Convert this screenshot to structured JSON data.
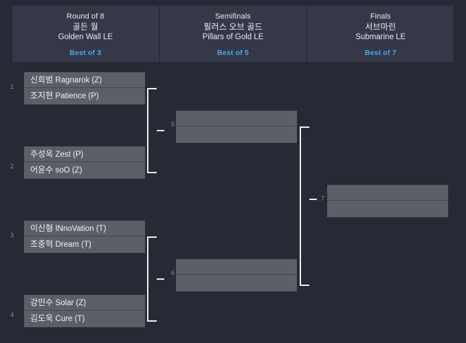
{
  "rounds": [
    {
      "name": "Round of 8",
      "map_kr": "골든 월",
      "map_en": "Golden Wall LE",
      "best_of": "Best of 3"
    },
    {
      "name": "Semifinals",
      "map_kr": "필러스 오브 골드",
      "map_en": "Pillars of Gold LE",
      "best_of": "Best of 5"
    },
    {
      "name": "Finals",
      "map_kr": "서브마린",
      "map_en": "Submarine LE",
      "best_of": "Best of 7"
    }
  ],
  "accent_color": "#4fa8e8",
  "matches": [
    {
      "num": "1",
      "round": 1,
      "players": [
        {
          "kr": "신희범",
          "en": "Ragnarok",
          "race": "(Z)"
        },
        {
          "kr": "조지현",
          "en": "Patience",
          "race": "(P)"
        }
      ]
    },
    {
      "num": "2",
      "round": 1,
      "players": [
        {
          "kr": "주성욱",
          "en": "Zest",
          "race": "(P)"
        },
        {
          "kr": "어윤수",
          "en": "soO",
          "race": "(Z)"
        }
      ]
    },
    {
      "num": "3",
      "round": 1,
      "players": [
        {
          "kr": "이신형",
          "en": "INnoVation",
          "race": "(T)"
        },
        {
          "kr": "조중혁",
          "en": "Dream",
          "race": "(T)"
        }
      ]
    },
    {
      "num": "4",
      "round": 1,
      "players": [
        {
          "kr": "강민수",
          "en": "Solar",
          "race": "(Z)"
        },
        {
          "kr": "김도욱",
          "en": "Cure",
          "race": "(T)"
        }
      ]
    },
    {
      "num": "5",
      "round": 2,
      "players": [
        {
          "kr": "",
          "en": "",
          "race": ""
        },
        {
          "kr": "",
          "en": "",
          "race": ""
        }
      ]
    },
    {
      "num": "6",
      "round": 2,
      "players": [
        {
          "kr": "",
          "en": "",
          "race": ""
        },
        {
          "kr": "",
          "en": "",
          "race": ""
        }
      ]
    },
    {
      "num": "7",
      "round": 3,
      "players": [
        {
          "kr": "",
          "en": "",
          "race": ""
        },
        {
          "kr": "",
          "en": "",
          "race": ""
        }
      ]
    }
  ]
}
